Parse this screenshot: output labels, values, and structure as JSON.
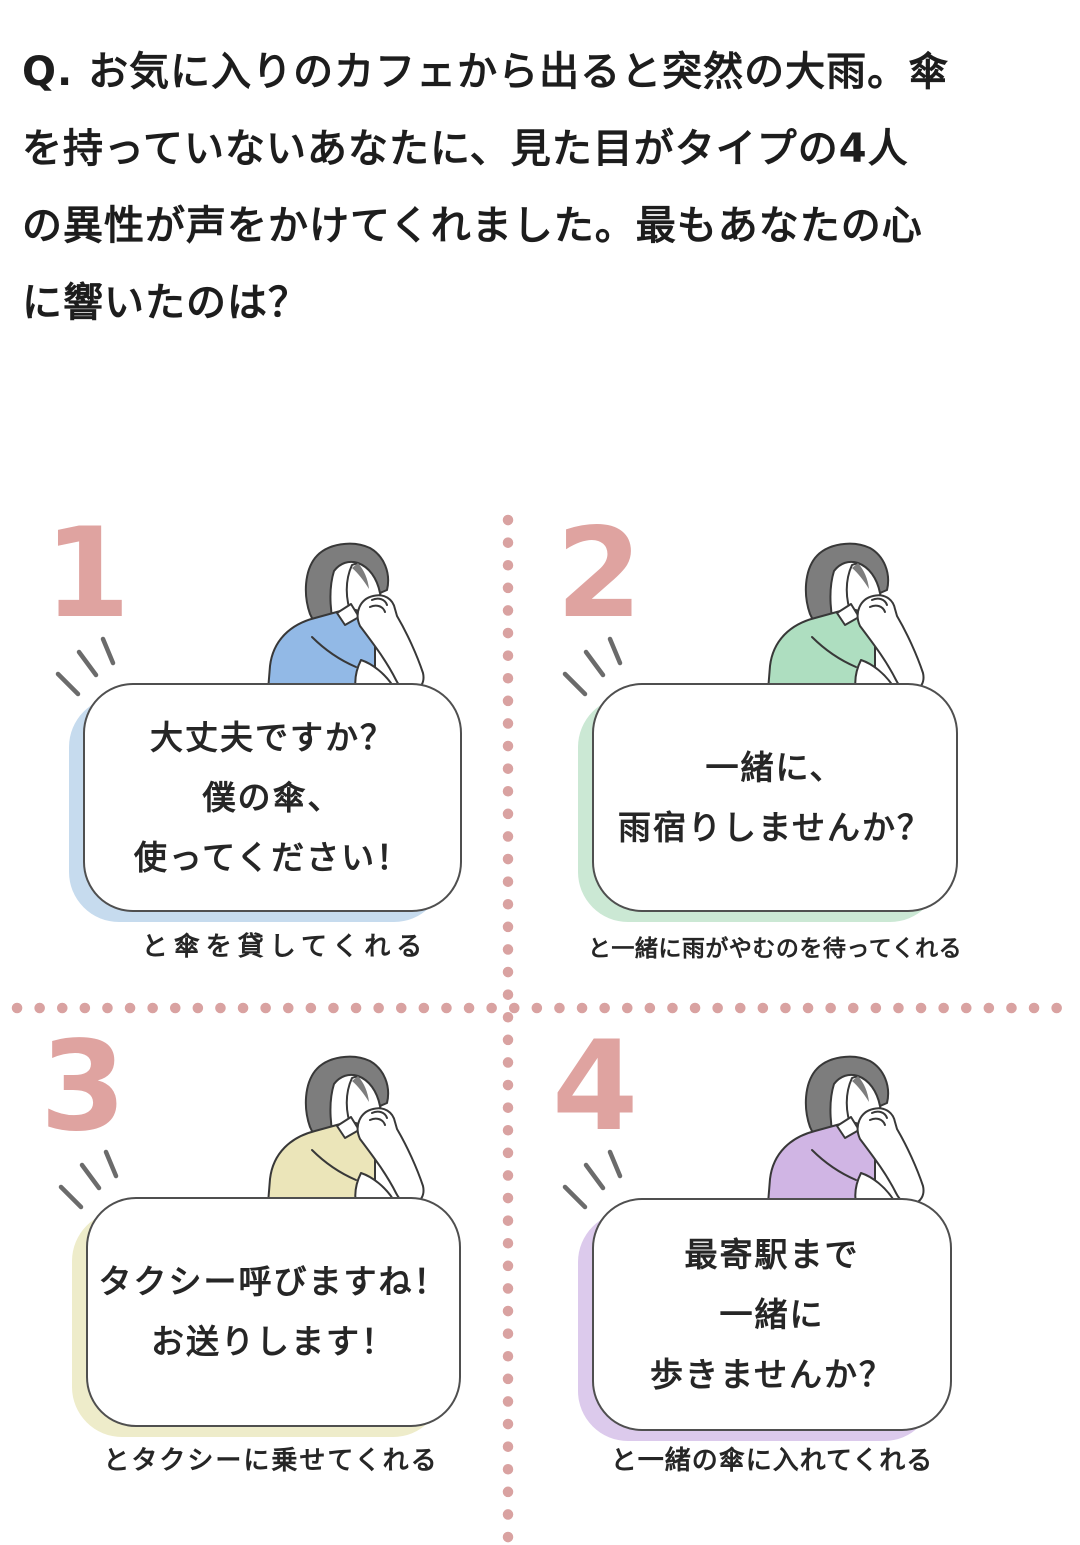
{
  "question": {
    "full_text": "Q. お気に入りのカフェから出ると突然の大雨。傘を持っていないあなたに、見た目がタイプの4人の異性が声をかけてくれました。最もあなたの心に響いたのは？",
    "lines": [
      "Q. お気に入りのカフェから出ると突然の大雨。傘",
      "を持っていないあなたに、見た目がタイプの4人",
      "の異性が声をかけてくれました。最もあなたの心",
      "に響いたのは？"
    ]
  },
  "options": [
    {
      "number": "1",
      "bubble_lines": [
        "大丈夫ですか？",
        "僕の傘、",
        "使ってください！"
      ],
      "caption": "と傘を貸してくれる",
      "shirt_color": "#92b9e6",
      "shadow_color": "#c6dbee"
    },
    {
      "number": "2",
      "bubble_lines": [
        "一緒に、",
        "雨宿りしませんか？"
      ],
      "caption": "と一緒に雨がやむのを待ってくれる",
      "shirt_color": "#aedec0",
      "shadow_color": "#cbe8d4"
    },
    {
      "number": "3",
      "bubble_lines": [
        "タクシー呼びますね！",
        "お送りします！"
      ],
      "caption": "とタクシーに乗せてくれる",
      "shirt_color": "#ebe5b9",
      "shadow_color": "#eeecca"
    },
    {
      "number": "4",
      "bubble_lines": [
        "最寄駅まで",
        "一緒に",
        "歩きませんか？"
      ],
      "caption": "と一緒の傘に入れてくれる",
      "shirt_color": "#d0b5e4",
      "shadow_color": "#dccaec"
    }
  ],
  "colors": {
    "number_accent": "#dfa3a0",
    "divider_dots": "#d9a2a1",
    "bubble_border": "#4f4f4f",
    "illustration_outline": "#383838",
    "hair": "#7d7d7d",
    "question_text": "#1d1d1d",
    "bubble_text": "#262626"
  }
}
